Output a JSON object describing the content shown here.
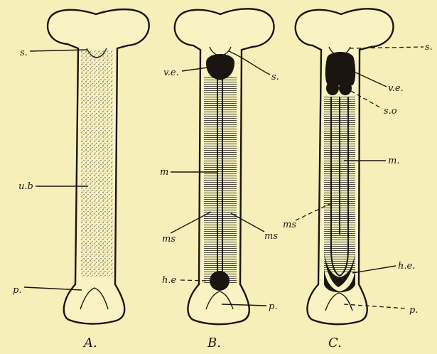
{
  "figure": {
    "background": "#f7efb9",
    "ink": "#1a1510",
    "panels": [
      {
        "id": "A",
        "caption": "A.",
        "labels": {
          "s": "s.",
          "ub": "u.b",
          "p": "p."
        }
      },
      {
        "id": "B",
        "caption": "B.",
        "labels": {
          "ve": "v.e.",
          "s": "s.",
          "m": "m",
          "ms_left": "ms",
          "ms_right": "ms",
          "he": "h.e",
          "p": "p."
        }
      },
      {
        "id": "C",
        "caption": "C.",
        "labels": {
          "s": "s.",
          "ve": "v.e.",
          "so": "s.o",
          "m": "m.",
          "ms": "ms",
          "he": "h.e.",
          "p": "p."
        }
      }
    ]
  }
}
